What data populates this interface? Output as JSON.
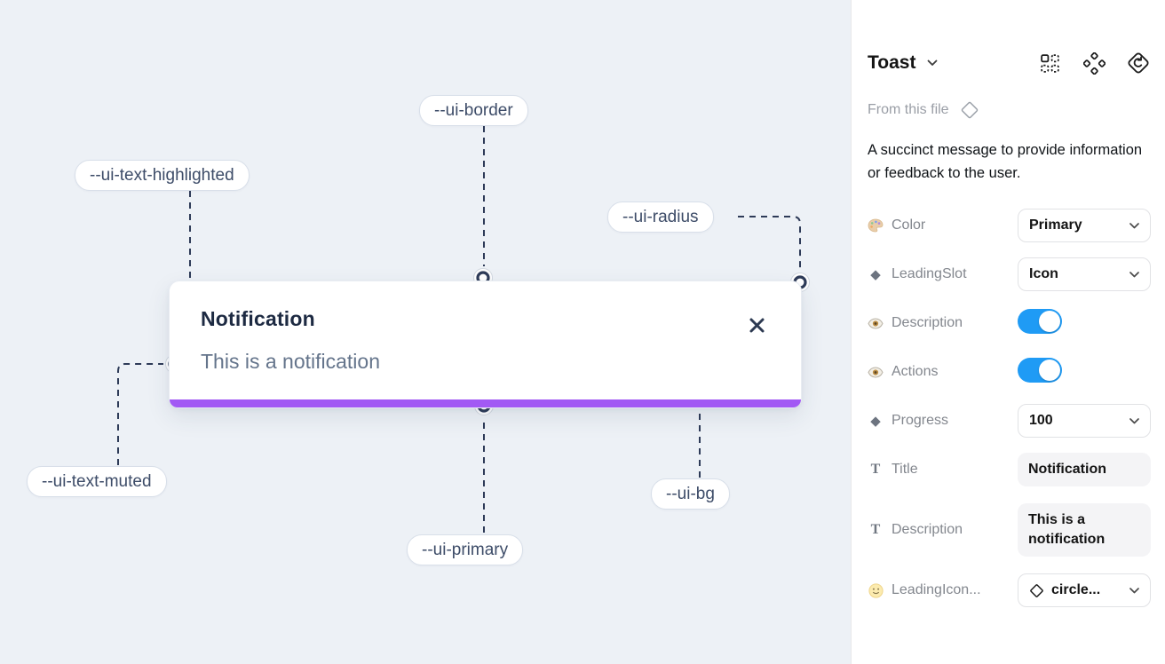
{
  "canvas": {
    "toast": {
      "title": "Notification",
      "description": "This is a notification"
    },
    "variable_labels": [
      {
        "text": "--ui-border"
      },
      {
        "text": "--ui-text-highlighted"
      },
      {
        "text": "--ui-radius"
      },
      {
        "text": "--ui-text-muted"
      },
      {
        "text": "--ui-primary"
      },
      {
        "text": "--ui-bg"
      }
    ]
  },
  "panel": {
    "title": "Toast",
    "source_label": "From this file",
    "description": "A succinct message to provide information or feedback to the user.",
    "properties": [
      {
        "icon": "palette-icon",
        "label": "Color",
        "control": "dropdown",
        "value": "Primary"
      },
      {
        "icon": "diamond-icon",
        "label": "LeadingSlot",
        "control": "dropdown",
        "value": "Icon"
      },
      {
        "icon": "eye-icon",
        "label": "Description",
        "control": "toggle",
        "value": "on"
      },
      {
        "icon": "eye-icon",
        "label": "Actions",
        "control": "toggle",
        "value": "on"
      },
      {
        "icon": "diamond-icon",
        "label": "Progress",
        "control": "dropdown",
        "value": "100"
      },
      {
        "icon": "text-icon",
        "label": "Title",
        "control": "text",
        "value": "Notification"
      },
      {
        "icon": "text-icon",
        "label": "Description",
        "control": "text",
        "value": "This is a notification"
      },
      {
        "icon": "smiley-icon",
        "label": "LeadingIcon...",
        "control": "dropdown",
        "value": "circle..."
      }
    ]
  },
  "icons": {
    "diamond_filled": "◆",
    "serif_t": "T"
  },
  "theme": {
    "canvas_bg": "#edf1f6",
    "toast_bg": "#ffffff",
    "primary_purple": "#a259f4",
    "toggle_blue": "#1f9bf5",
    "connector_navy": "#2e3b58",
    "toast_title_color": "#1d2a42",
    "toast_muted_color": "#64748b"
  }
}
